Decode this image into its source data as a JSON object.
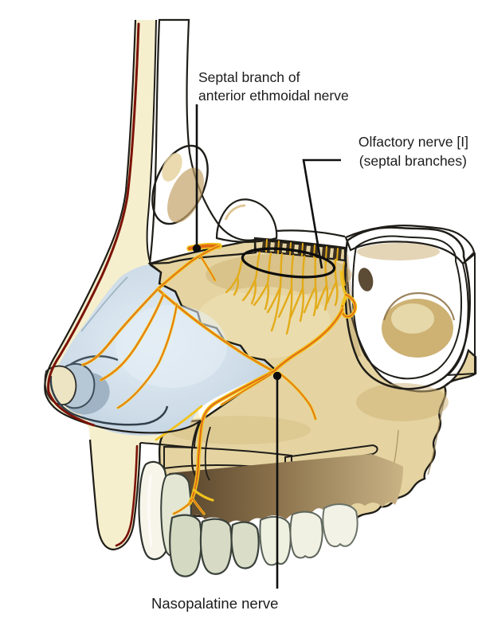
{
  "illustration": {
    "labels": {
      "septal_branch": {
        "line1": "Septal branch of",
        "line2": "anterior ethmoidal nerve"
      },
      "olfactory": {
        "line1": "Olfactory nerve [I]",
        "line2": "(septal branches)"
      },
      "nasopalatine": {
        "label": "Nasopalatine nerve"
      }
    },
    "colors": {
      "background": "#ffffff",
      "outline": "#1f1d18",
      "label_text": "#1c1c1c",
      "skin": "#f5efcd",
      "mucosa_red": "#7b1208",
      "bone": "#e5d4a2",
      "bone_shade": "#c9ae72",
      "spongy_bg": "#f6f0dc",
      "spongy_blob": "#8d6d46",
      "cartilage_blue": "#c7d7e5",
      "cartilage_blue_light": "#e2ecf4",
      "nerve_yellow": "#f2c31d",
      "nerve_orange": "#e06a16",
      "tooth_white": "#f2f1e5",
      "tooth_green": "#d6dac3",
      "oral_dark": "#5a4628",
      "sinus_cavity": "#dfc994"
    }
  }
}
